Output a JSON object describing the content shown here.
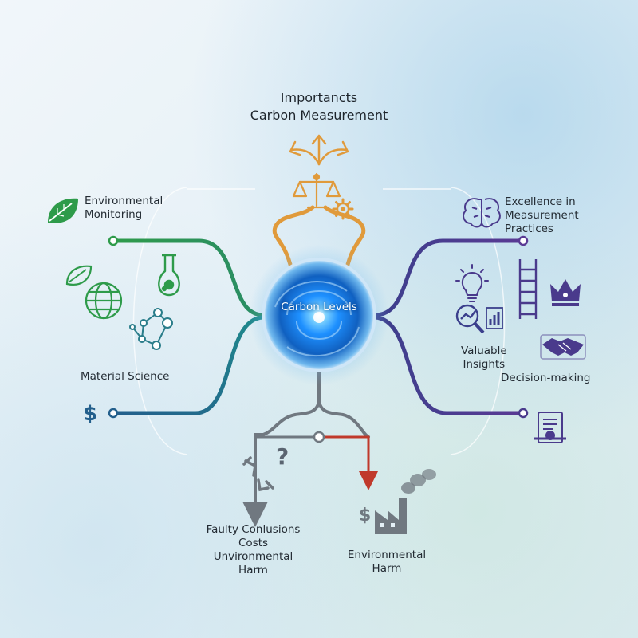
{
  "title": {
    "line1": "Importancts",
    "line2": "Carbon Measurement"
  },
  "center": {
    "label": "Carbon Levels"
  },
  "left": {
    "environmental_monitoring": "Environmental\nMonitoring",
    "material_science": "Material Science"
  },
  "right": {
    "excellence": "Excellence in\nMeasurement\nPractices",
    "valuable_insights": "Valuable\nInsights",
    "decision_making": "Decision-making"
  },
  "bottom": {
    "left_block": "Faulty Conlusions\nCosts\nUnvironmental Harm",
    "right_block": "Environmental\nHarm"
  },
  "symbols": {
    "dollar": "$",
    "question": "?"
  },
  "colors": {
    "green": "#2e9b4a",
    "teal": "#1f8a8c",
    "blue": "#235f8c",
    "purple": "#4a3a8c",
    "orange": "#e09a3b",
    "gray": "#707880",
    "red": "#c0392b",
    "orb_blue": "#1e78d6"
  },
  "icons": [
    "leaf-icon",
    "globe-icon",
    "flask-icon",
    "molecule-icon",
    "dollar-icon",
    "scales-icon",
    "gear-icon",
    "growth-arrow-icon",
    "brain-icon",
    "lightbulb-icon",
    "ladder-icon",
    "crown-icon",
    "magnifier-chart-icon",
    "handshake-icon",
    "certificate-icon",
    "broken-link-icon",
    "question-icon",
    "factory-icon"
  ]
}
